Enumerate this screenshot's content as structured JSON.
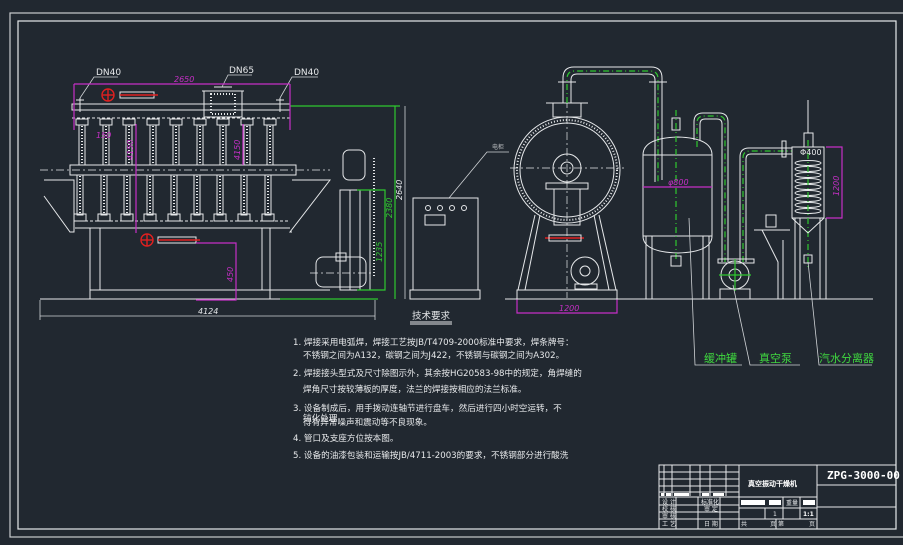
{
  "drawing": {
    "colors": {
      "background": "#212830",
      "outline": "#e6e8ea",
      "piping_green": "#2fc82f",
      "dimension_magenta": "#c62fc6",
      "instrument_red": "#e02020"
    },
    "left_machine": {
      "nozzle_labels": [
        "DN40",
        "DN65",
        "DN40"
      ],
      "dimensions": {
        "top_width": "2650",
        "spacing": "150",
        "stroke_a": "4150",
        "stroke_b": "4150",
        "bottom_offset": "450",
        "overall_width": "4124",
        "height_total": "2640",
        "height_drive": "2380",
        "height_motor": "1235"
      }
    },
    "control_cabinet": {
      "callout": "电柜"
    },
    "vessel": {
      "base_width": "1200"
    },
    "buffer_tank": {
      "diameter": "φ800"
    },
    "separator": {
      "diameter": "Φ400",
      "height": "1200"
    },
    "equipment_labels": [
      "缓冲罐",
      "真空泵",
      "汽水分离器"
    ],
    "technical_requirements": {
      "heading": "技术要求",
      "items": [
        "1. 焊接采用电弧焊，焊接工艺按JB/T4709-2000标准中要求，焊条牌号：",
        "不锈钢之间为A132，碳钢之间为J422，不锈钢与碳钢之间为A302。",
        "2. 焊接接头型式及尺寸除图示外，其余按HG20583-98中的规定，角焊缝的",
        "焊角尺寸按较薄板的厚度，法兰的焊接按相应的法兰标准。",
        "3. 设备制成后，用手拨动连轴节进行盘车，然后进行四小时空运转，不",
        "得有异常噪声和震动等不良现象。",
        "4. 管口及支座方位按本图。",
        "5. 设备的油漆包装和运输按JB/4711-2003的要求，不锈钢部分进行酸洗"
      ],
      "overlap_text": "钝化处理"
    },
    "title_block": {
      "drawing_title": "真空振动干燥机",
      "drawing_number": "ZPG-3000-00",
      "roles": [
        "设 计",
        "校 核",
        "审 核",
        "工 艺"
      ],
      "roles_right": [
        "标准化",
        "审 定",
        "",
        "日 期"
      ],
      "weight_label": "重量",
      "scale_label": "比例",
      "scale_value": "1:1",
      "quantity": "1",
      "sheet_total_label": "共",
      "sheet_unit": "页",
      "sheet_no_label": "第",
      "sheet_no_unit": "页"
    }
  }
}
